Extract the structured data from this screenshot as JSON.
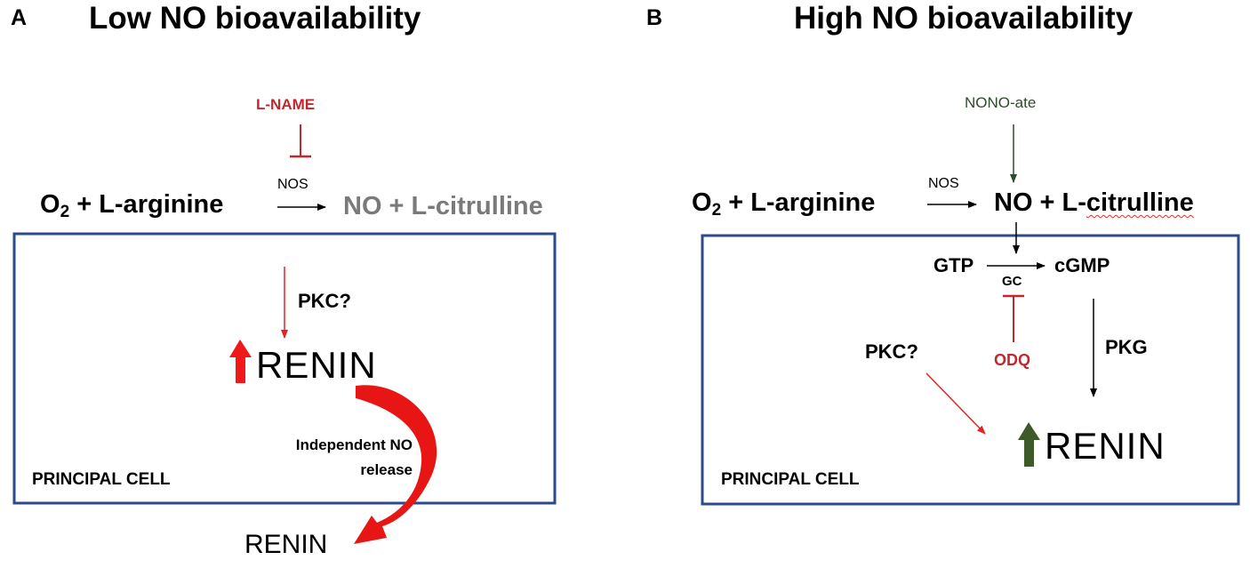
{
  "colors": {
    "box_border": "#2b4a8e",
    "inhibitor_red": "#c0282d",
    "arrow_red": "#e52222",
    "nono_green": "#2f4a2c",
    "up_arrow_green": "#3d5a28",
    "grey_text": "#7a7a7a"
  },
  "panel_a": {
    "letter": "A",
    "title": "Low NO bioavailability",
    "inhibitor": "L-NAME",
    "enzyme": "NOS",
    "reactants": "O",
    "reactants_sub": "2",
    "reactants_rest": " + L-arginine",
    "products": "NO + L-citrulline",
    "kinase": "PKC?",
    "renin": "RENIN",
    "release_label_line1": "Independent NO",
    "release_label_line2": "release",
    "cell_label": "PRINCIPAL CELL",
    "renin_out": "RENIN"
  },
  "panel_b": {
    "letter": "B",
    "title": "High NO bioavailability",
    "donor": "NONO-ate",
    "enzyme": "NOS",
    "reactants": "O",
    "reactants_sub": "2",
    "reactants_rest": " + L-arginine",
    "products_prefix": "NO + L-",
    "products_suffix": "citrulline",
    "gtp": "GTP",
    "cgmp": "cGMP",
    "gc": "GC",
    "inhibitor": "ODQ",
    "kinase_g": "PKG",
    "kinase_c": "PKC?",
    "renin": "RENIN",
    "cell_label": "PRINCIPAL CELL"
  }
}
